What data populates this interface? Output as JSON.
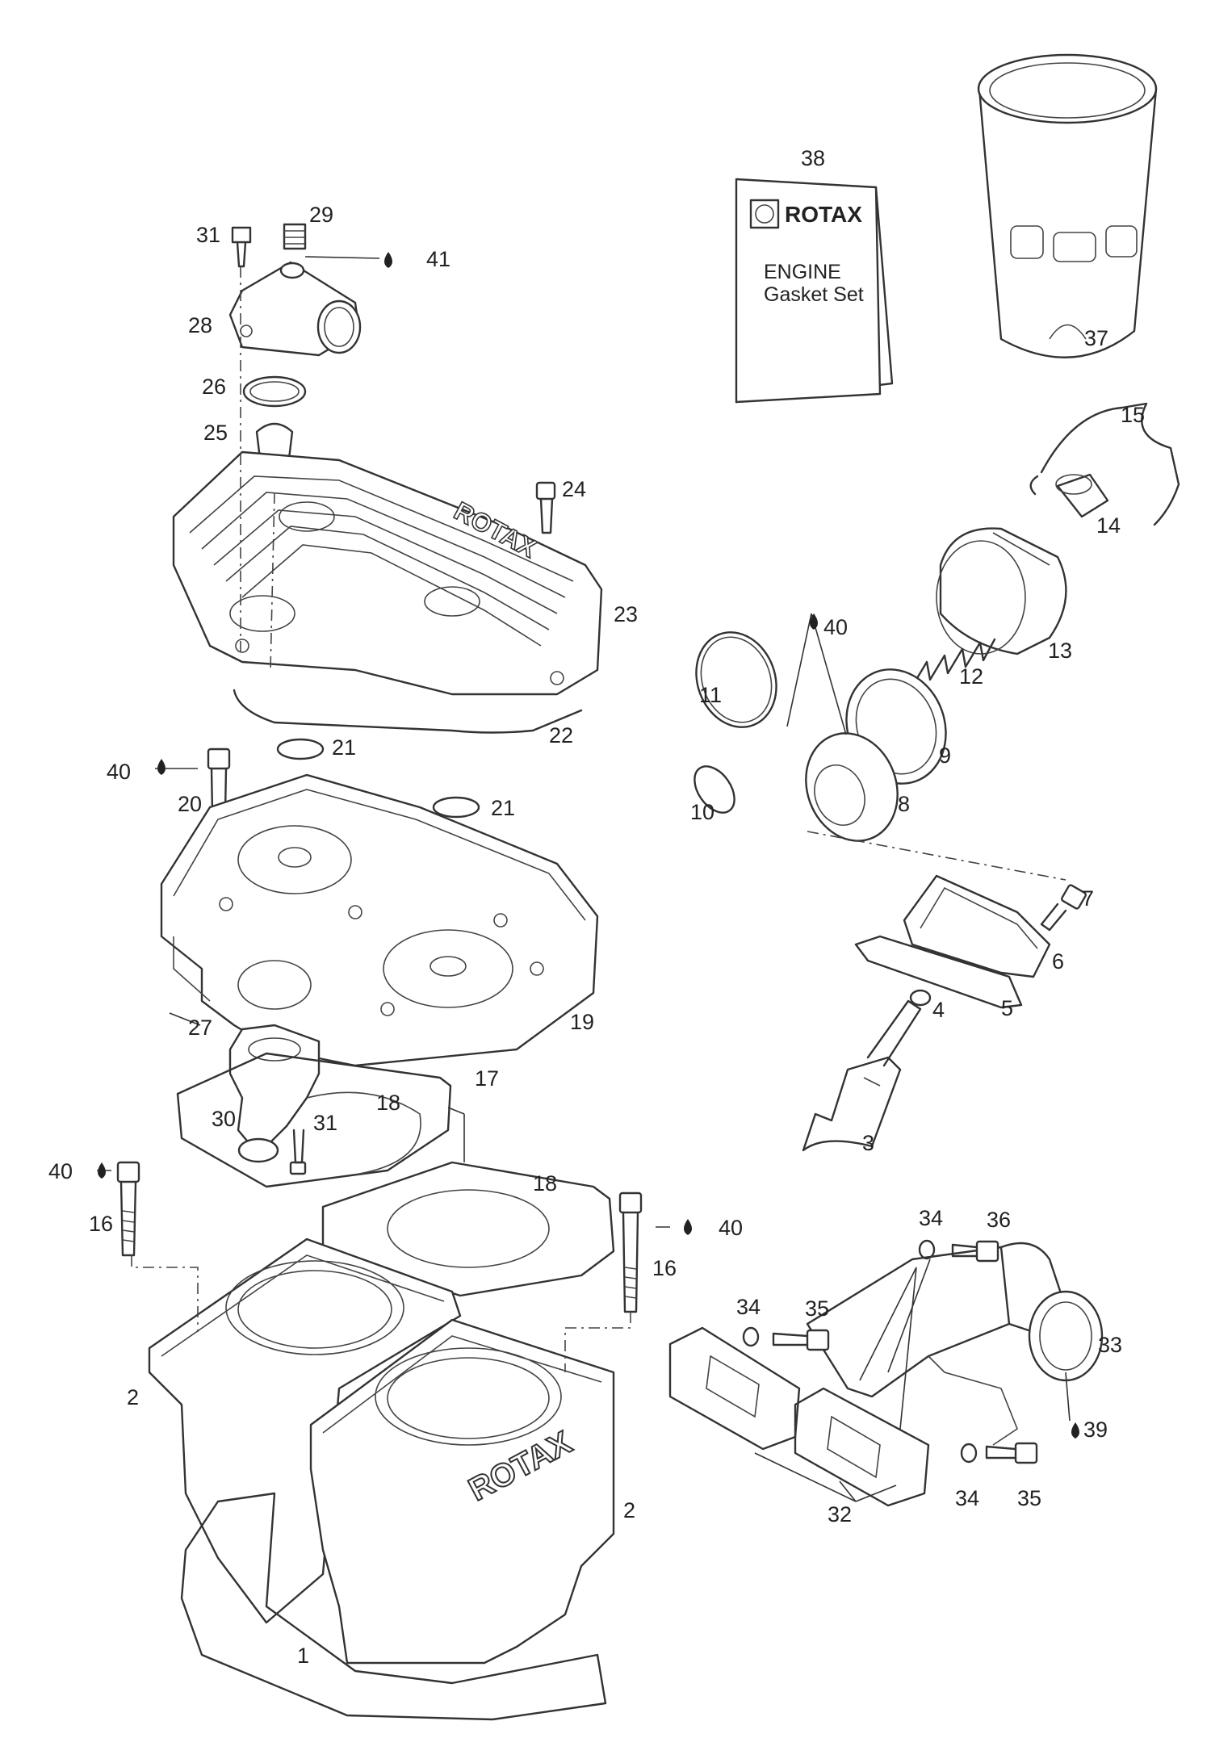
{
  "gasket_set_booklet": {
    "brand": "ROTAX",
    "line1": "ENGINE",
    "line2": "Gasket Set"
  },
  "embossed_logo": "ROTAX",
  "callouts": [
    {
      "id": "c38",
      "text": "38"
    },
    {
      "id": "c31a",
      "text": "31"
    },
    {
      "id": "c29",
      "text": "29"
    },
    {
      "id": "c41",
      "text": "41"
    },
    {
      "id": "c28",
      "text": "28"
    },
    {
      "id": "c26",
      "text": "26"
    },
    {
      "id": "c25",
      "text": "25"
    },
    {
      "id": "c24",
      "text": "24"
    },
    {
      "id": "c23",
      "text": "23"
    },
    {
      "id": "c22",
      "text": "22"
    },
    {
      "id": "c21a",
      "text": "21"
    },
    {
      "id": "c21b",
      "text": "21"
    },
    {
      "id": "c40a",
      "text": "40"
    },
    {
      "id": "c20",
      "text": "20"
    },
    {
      "id": "c19",
      "text": "19"
    },
    {
      "id": "c27",
      "text": "27"
    },
    {
      "id": "c18a",
      "text": "18"
    },
    {
      "id": "c17",
      "text": "17"
    },
    {
      "id": "c30",
      "text": "30"
    },
    {
      "id": "c31b",
      "text": "31"
    },
    {
      "id": "c40b",
      "text": "40"
    },
    {
      "id": "c16a",
      "text": "16"
    },
    {
      "id": "c18b",
      "text": "18"
    },
    {
      "id": "c40c",
      "text": "40"
    },
    {
      "id": "c16b",
      "text": "16"
    },
    {
      "id": "c2a",
      "text": "2"
    },
    {
      "id": "c2b",
      "text": "2"
    },
    {
      "id": "c1",
      "text": "1"
    },
    {
      "id": "c37",
      "text": "37"
    },
    {
      "id": "c15",
      "text": "15"
    },
    {
      "id": "c14",
      "text": "14"
    },
    {
      "id": "c13",
      "text": "13"
    },
    {
      "id": "c12",
      "text": "12"
    },
    {
      "id": "c40d",
      "text": "40"
    },
    {
      "id": "c11",
      "text": "11"
    },
    {
      "id": "c9",
      "text": "9"
    },
    {
      "id": "c10",
      "text": "10"
    },
    {
      "id": "c8",
      "text": "8"
    },
    {
      "id": "c7",
      "text": "7"
    },
    {
      "id": "c6",
      "text": "6"
    },
    {
      "id": "c4",
      "text": "4"
    },
    {
      "id": "c5",
      "text": "5"
    },
    {
      "id": "c3",
      "text": "3"
    },
    {
      "id": "c34a",
      "text": "34"
    },
    {
      "id": "c36",
      "text": "36"
    },
    {
      "id": "c34b",
      "text": "34"
    },
    {
      "id": "c35a",
      "text": "35"
    },
    {
      "id": "c33",
      "text": "33"
    },
    {
      "id": "c39",
      "text": "39"
    },
    {
      "id": "c34c",
      "text": "34"
    },
    {
      "id": "c35b",
      "text": "35"
    },
    {
      "id": "c32",
      "text": "32"
    }
  ]
}
